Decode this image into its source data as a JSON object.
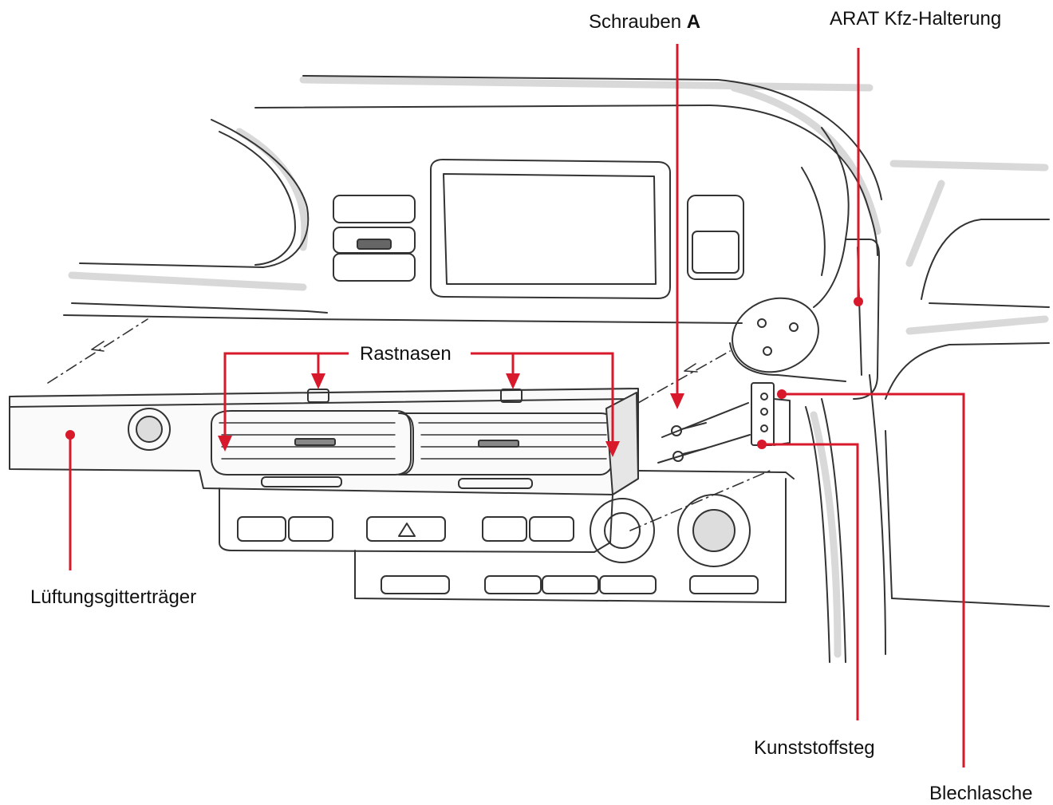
{
  "labels": {
    "screws": "Schrauben",
    "screws_letter": "A",
    "arat_holder": "ARAT Kfz-Halterung",
    "latch_lugs": "Rastnasen",
    "vent_carrier": "Lüftungsgitterträger",
    "plastic_bar": "Kunststoffsteg",
    "sheet_tab": "Blechlasche"
  },
  "colors": {
    "callout": "#d7192b",
    "ink": "#333333",
    "shading": "#cfcfcf",
    "text": "#111111"
  }
}
